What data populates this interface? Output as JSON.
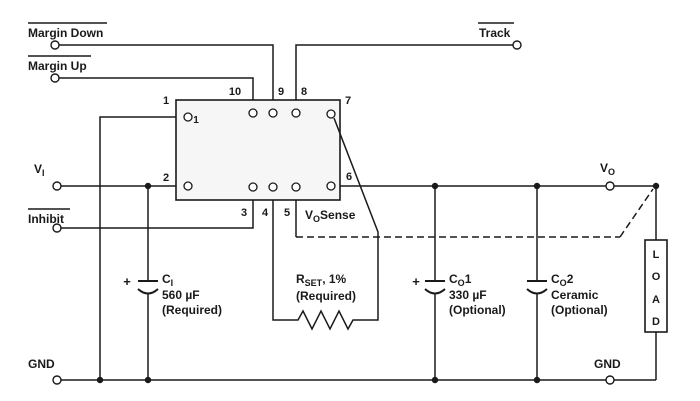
{
  "colors": {
    "ink": "#1a1a1a",
    "module_fill": "#f6f6f6",
    "background": "#ffffff"
  },
  "signals": {
    "margin_down": "Margin Down",
    "margin_up": "Margin Up",
    "track": "Track",
    "inhibit": "Inhibit",
    "vi": {
      "main": "V",
      "sub": "I"
    },
    "vo": {
      "main": "V",
      "sub": "O"
    },
    "vo_sense": {
      "main": "V",
      "sub": "O",
      "rest": "Sense"
    },
    "gnd_left": "GND",
    "gnd_right": "GND"
  },
  "module": {
    "pins": {
      "p1": "1",
      "p1_inner": "1",
      "p2": "2",
      "p3": "3",
      "p4": "4",
      "p5": "5",
      "p6": "6",
      "p7": "7",
      "p8": "8",
      "p9": "9",
      "p10": "10"
    }
  },
  "components": {
    "c_in": {
      "polarity": "+",
      "ref_main": "C",
      "ref_sub": "I",
      "value": "560 µF",
      "note": "(Required)"
    },
    "r_set": {
      "ref_main": "R",
      "ref_sub": "SET",
      "ref_suffix": ", 1%",
      "note": "(Required)"
    },
    "c_out1": {
      "polarity": "+",
      "ref_main": "C",
      "ref_sub": "O",
      "ref_index": "1",
      "value": "330 µF",
      "note": "(Optional)"
    },
    "c_out2": {
      "ref_main": "C",
      "ref_sub": "O",
      "ref_index": "2",
      "value": "Ceramic",
      "note": "(Optional)"
    },
    "load": {
      "letters": [
        "L",
        "O",
        "A",
        "D"
      ]
    }
  }
}
